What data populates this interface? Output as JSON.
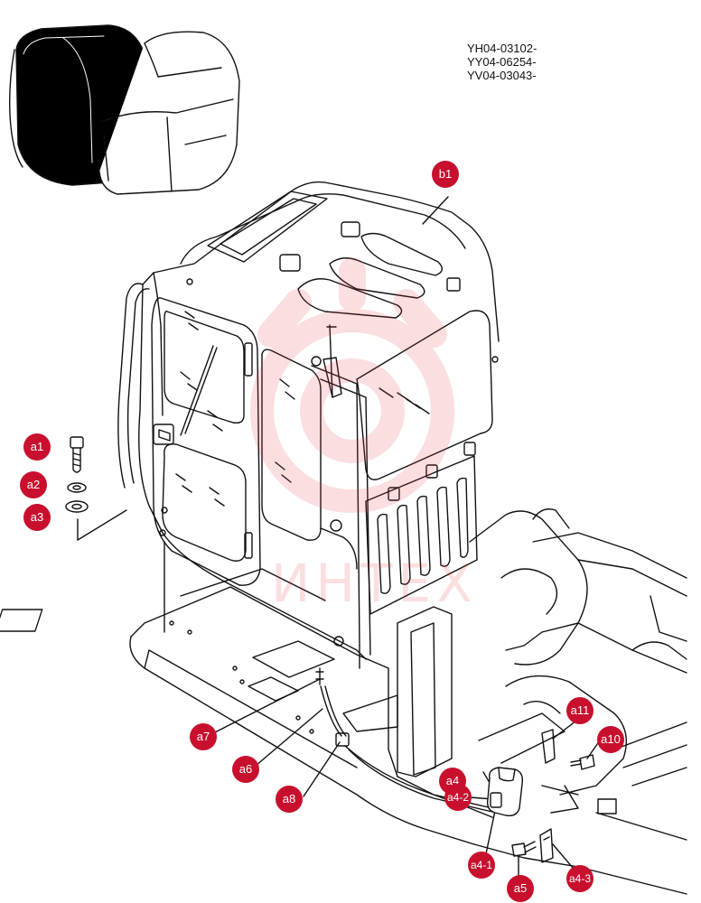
{
  "serials": [
    "YH04-03102-",
    "YY04-06254-",
    "YV04-03043-"
  ],
  "watermark_text": "ИНТЕХ",
  "watermark_icon": "gear-logo-icon",
  "colors": {
    "callout": "#c8102e",
    "line": "#111111",
    "watermark": "#e8383d"
  },
  "callouts": [
    {
      "id": "b1",
      "label": "b1"
    },
    {
      "id": "a1",
      "label": "a1"
    },
    {
      "id": "a2",
      "label": "a2"
    },
    {
      "id": "a3",
      "label": "a3"
    },
    {
      "id": "a7",
      "label": "a7"
    },
    {
      "id": "a6",
      "label": "a6"
    },
    {
      "id": "a8",
      "label": "a8"
    },
    {
      "id": "a4",
      "label": "a4"
    },
    {
      "id": "a4-2",
      "label": "a4-2"
    },
    {
      "id": "a11",
      "label": "a11"
    },
    {
      "id": "a10",
      "label": "a10"
    },
    {
      "id": "a4-1",
      "label": "a4-1"
    },
    {
      "id": "a5",
      "label": "a5"
    },
    {
      "id": "a4-3",
      "label": "a4-3"
    }
  ]
}
